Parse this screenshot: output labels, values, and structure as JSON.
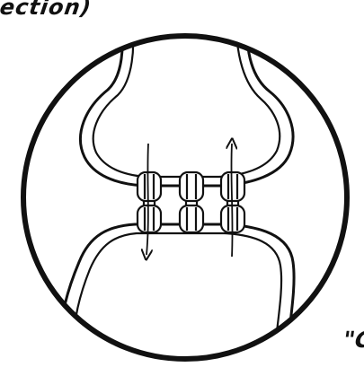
{
  "diagram": {
    "caption_top": "ection)",
    "caption_bottom": "\"C",
    "ink_color": "#111111",
    "background": "#ffffff",
    "connexons": [
      {
        "name": "left",
        "arrow": "down"
      },
      {
        "name": "middle",
        "arrow": "none"
      },
      {
        "name": "right",
        "arrow": "up"
      }
    ]
  }
}
